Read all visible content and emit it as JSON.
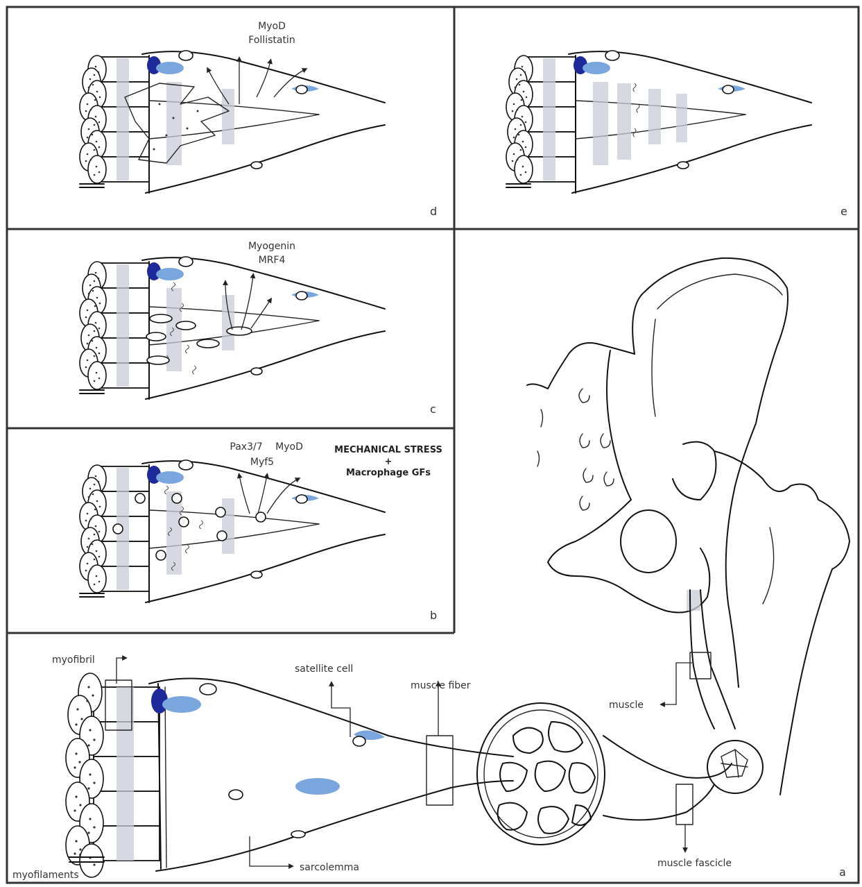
{
  "panels": {
    "a": {
      "letter": "a",
      "labels": {
        "myofibril": "myofibril",
        "myofilaments": "myofilaments",
        "satellite_cell": "satellite cell",
        "muscle_fiber": "muscle fiber",
        "muscle": "muscle",
        "sarcolemma": "sarcolemma",
        "muscle_fascicle": "muscle fascicle"
      }
    },
    "b": {
      "letter": "b",
      "factors": [
        "Pax3/7",
        "MyoD",
        "Myf5"
      ],
      "stimulus_line1": "MECHANICAL STRESS",
      "stimulus_plus": "+",
      "stimulus_line2": "Macrophage GFs"
    },
    "c": {
      "letter": "c",
      "factors": [
        "Myogenin",
        "MRF4"
      ]
    },
    "d": {
      "letter": "d",
      "factors": [
        "MyoD",
        "Follistatin"
      ]
    },
    "e": {
      "letter": "e"
    }
  },
  "colors": {
    "satellite_cell_dark": "#1e2a9a",
    "satellite_cell_light": "#7aa6de",
    "striation": "#c9ccd8",
    "ink": "#111111",
    "frame": "#333333"
  }
}
